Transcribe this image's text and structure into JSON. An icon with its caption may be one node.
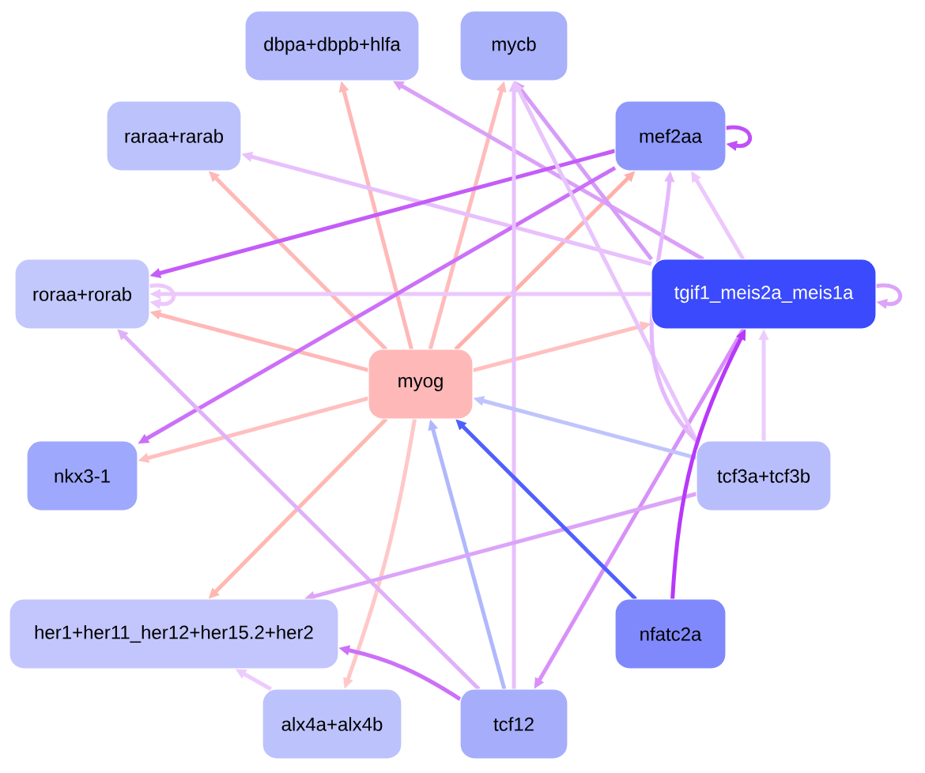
{
  "diagram": {
    "nodes": [
      {
        "text": [
          "dbpa+dbpb+hlfa"
        ]
      },
      {
        "text": [
          "mycb"
        ]
      },
      {
        "text": [
          "raraa+rarab"
        ]
      },
      {
        "text": [
          "mef2aa"
        ]
      },
      {
        "text": [
          "roraa+rorab"
        ]
      },
      {
        "text": [
          "tgif1_meis2a_meis1a"
        ]
      },
      {
        "text": [
          "myog"
        ]
      },
      {
        "text": [
          "nkx3-1"
        ]
      },
      {
        "text": [
          "tcf3a+tcf3b"
        ]
      },
      {
        "text": [
          "her1+her11_her12+her15.2+her2"
        ]
      },
      {
        "text": [
          "nfatc2a"
        ]
      },
      {
        "text": [
          "alx4a+alx4b"
        ]
      },
      {
        "text": [
          "tcf12"
        ]
      }
    ],
    "edges": [
      {
        "from": 6,
        "to": 0,
        "arrow": "to",
        "color": "#ffb8b8"
      },
      {
        "from": 6,
        "to": 1,
        "arrow": "to",
        "color": "#ffbcbc"
      },
      {
        "from": 6,
        "to": 2,
        "arrow": "to",
        "color": "#ffb8b8"
      },
      {
        "from": 6,
        "to": 3,
        "arrow": "to",
        "color": "#ffb0a8"
      },
      {
        "from": 6,
        "to": 4,
        "arrow": "to",
        "color": "#ffb8b8"
      },
      {
        "from": 6,
        "to": 5,
        "arrow": "to",
        "color": "#ffc0c0"
      },
      {
        "from": 6,
        "to": 7,
        "arrow": "to",
        "color": "#ffc0c0"
      },
      {
        "from": 6,
        "to": 9,
        "arrow": "to",
        "color": "#ffb8b0"
      },
      {
        "from": 6,
        "to": 11,
        "arrow": "to",
        "color": "#ffc8c8"
      },
      {
        "from": 5,
        "to": 0,
        "arrow": "to",
        "color": "#dba0f8"
      },
      {
        "from": 5,
        "to": 1,
        "arrow": "to",
        "color": "#d69cf8"
      },
      {
        "from": 5,
        "to": 2,
        "arrow": "to",
        "color": "#e8c0fc"
      },
      {
        "from": 5,
        "to": 3,
        "arrow": "to",
        "color": "#ecc8fc"
      },
      {
        "from": 5,
        "to": 4,
        "arrow": "to",
        "color": "#ecc8fc"
      },
      {
        "from": 5,
        "to": 5,
        "arrow": "to",
        "color": "#dca4f8"
      },
      {
        "from": 5,
        "to": 12,
        "arrow": "to",
        "color": "#d890f8"
      },
      {
        "from": 3,
        "to": 3,
        "arrow": "to",
        "color": "#c050f8"
      },
      {
        "from": 3,
        "to": 4,
        "arrow": "to",
        "color": "#c45cf8"
      },
      {
        "from": 3,
        "to": 7,
        "arrow": "to",
        "color": "#cc70f8"
      },
      {
        "from": 4,
        "to": 4,
        "arrow": "to",
        "color": "#ecc8fc"
      },
      {
        "from": 12,
        "to": 1,
        "arrow": "to",
        "color": "#e8c0fc"
      },
      {
        "from": 12,
        "to": 4,
        "arrow": "to",
        "color": "#e0b0f8"
      },
      {
        "from": 12,
        "to": 6,
        "arrow": "to",
        "color": "#b0b8fc"
      },
      {
        "from": 12,
        "to": 9,
        "arrow": "to",
        "color": "#cc70f8"
      },
      {
        "from": 11,
        "to": 9,
        "arrow": "to",
        "color": "#ecccfc"
      },
      {
        "from": 8,
        "to": 6,
        "arrow": "to",
        "color": "#c0c4fc"
      },
      {
        "from": 8,
        "to": 1,
        "arrow": "to",
        "color": "#e8c4fc"
      },
      {
        "from": 8,
        "to": 3,
        "arrow": "to",
        "color": "#e4b8fc"
      },
      {
        "from": 8,
        "to": 5,
        "arrow": "to",
        "color": "#ecccfc"
      },
      {
        "from": 8,
        "to": 9,
        "arrow": "to",
        "color": "#dca4f8"
      },
      {
        "from": 10,
        "to": 6,
        "arrow": "to",
        "color": "#5060fc"
      },
      {
        "from": 10,
        "to": 5,
        "arrow": "to",
        "color": "#b838f8"
      }
    ]
  }
}
